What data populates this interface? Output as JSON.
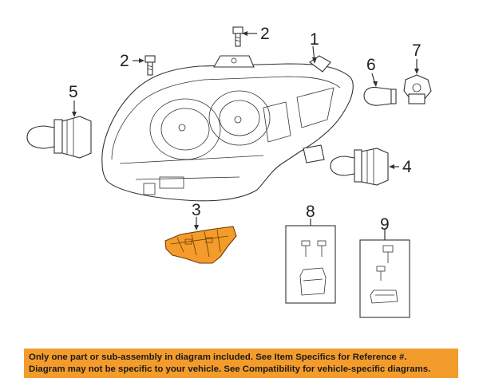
{
  "callouts": {
    "c1": "1",
    "c2a": "2",
    "c2b": "2",
    "c3": "3",
    "c4": "4",
    "c5": "5",
    "c6": "6",
    "c7": "7",
    "c8": "8",
    "c9": "9"
  },
  "banner": {
    "line1": "Only one part or sub-assembly in diagram included. See Item Specifics for Reference #.",
    "line2": "Diagram may not be specific to your vehicle. See Compatibility for vehicle-specific diagrams."
  },
  "colors": {
    "highlight_part": "#f39c2c",
    "banner_background": "#f39c2c",
    "line_art": "#333333"
  }
}
